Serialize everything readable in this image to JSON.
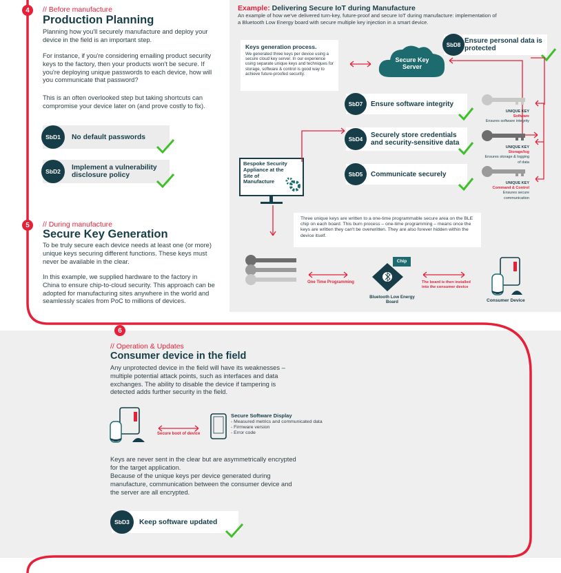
{
  "section4": {
    "number": "4",
    "tag": "// Before manufacture",
    "title": "Production Planning",
    "p1": "Planning how you'll securely manufacture and deploy your device in the field is an important step.",
    "p2": "For instance, if you're considering emailing product security keys to the factory, then your products won't be secure. If you're deploying unique passwords to each device, how will you communicate that password?",
    "p3": "This is an often overlooked step but taking shortcuts can compromise your device later on (and prove costly to fix).",
    "sbd1": {
      "code": "SbD1",
      "label": "No default passwords"
    },
    "sbd2": {
      "code": "SbD2",
      "label": "Implement a vulnerability disclosure policy"
    }
  },
  "section5": {
    "number": "5",
    "tag": "// During manufacture",
    "title": "Secure Key Generation",
    "p1": "To be truly secure each device needs at least one (or more) unique keys securing different functions. These keys must never be available in the clear.",
    "p2": "In this example, we supplied hardware to the factory in China to ensure chip-to-cloud security. This approach can be adopted for manufacturing sites anywhere in the world and seamlessly scales from PoC to millions of devices."
  },
  "example": {
    "title_red": "Example:",
    "title_rest": " Delivering Secure IoT during Manufacture",
    "subtitle": "An example of how we've delivered turn-key, future-proof and secure IoT during manufacture: implementation of a Bluetooth Low Energy board with secure multiple key injection in a smart device.",
    "keys_title": "Keys generation process.",
    "keys_body": "We generated three keys per device using a secure cloud key server. In our experience using separate unique keys and techniques for storage, software & control is good way to achieve future-proofed security.",
    "cloud_label": "Secure Key Server",
    "sbd8": {
      "code": "SbD8",
      "label": "Ensure personal data is protected"
    },
    "sbd7": {
      "code": "SbD7",
      "label": "Ensure software integrity"
    },
    "sbd4": {
      "code": "SbD4",
      "label": "Securely store credentials and security-sensitive data"
    },
    "sbd5": {
      "code": "SbD5",
      "label": "Communicate securely"
    },
    "key1": {
      "brand": "UNIQUE KEY",
      "name": "Software",
      "desc": "Ensures software integrity"
    },
    "key2": {
      "brand": "UNIQUE KEY",
      "name": "Storage/log",
      "desc": "Ensures storage & logging of data"
    },
    "key3": {
      "brand": "UNIQUE KEY",
      "name": "Command & Control",
      "desc": "Ensures secure communication"
    },
    "appliance": "Bespoke Security Appliance at the Site of Manufacture",
    "otp_text": "Three unique keys are written to a one-time programmable secure area on the BLE chip on each board. This burn process – one-time programming – means once the keys are written they can't be overwritten. They are also forever hidden within the device itself.",
    "otp_label": "One Time Programming",
    "chip_label": "Chip",
    "ble_label": "Bluetooth Low Energy Board",
    "installed_label": "The board is then installed into the consumer device",
    "consumer_label": "Consumer Device"
  },
  "section6": {
    "number": "6",
    "tag": "// Operation & Updates",
    "title": "Consumer device in the field",
    "p1": "Any unprotected device in the field will have its weaknesses – multiple potential attack points, such as interfaces and data exchanges. The ability to disable the device if tampering is detected adds further security in the field.",
    "boot_label": "Secure boot of device",
    "display_title": "Secure Software Display",
    "display_items": [
      "- Measured metrics and communicated data",
      "- Firmware version",
      "- Error code"
    ],
    "p2": "Keys are never sent in the clear but are asymmetrically encrypted for the target application.",
    "p3": "Because of the unique keys per device generated during manufacture, communication between the consumer device and the server are all encrypted.",
    "sbd3": {
      "code": "SbD3",
      "label": "Keep software updated"
    }
  },
  "colors": {
    "red": "#e5213a",
    "teal": "#173e48",
    "green": "#3fbf2a",
    "grey": "#eeeeee"
  }
}
